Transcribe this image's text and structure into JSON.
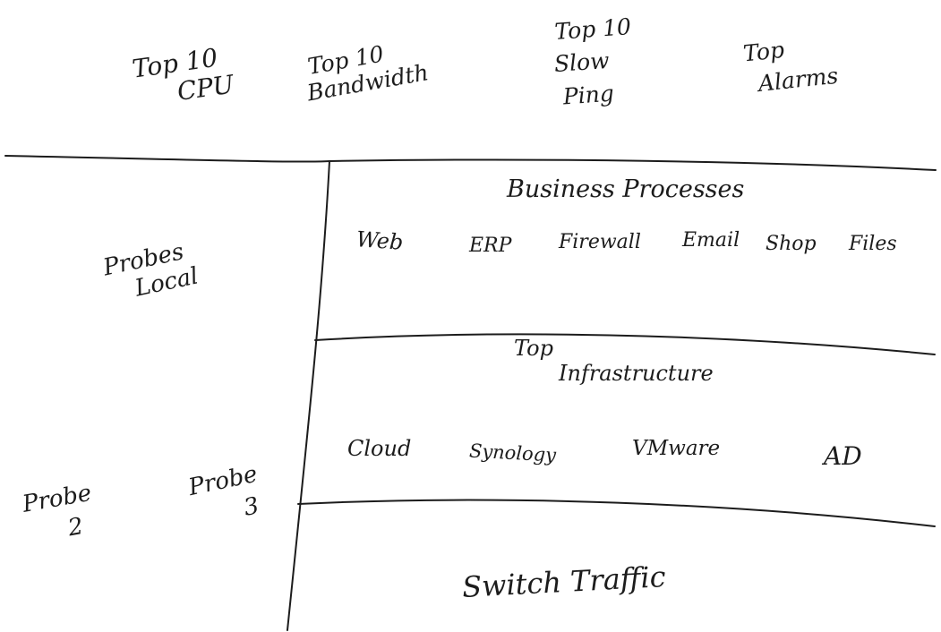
{
  "top_widgets": [
    {
      "lines": [
        "Top 10",
        "CPU"
      ]
    },
    {
      "lines": [
        "Top 10",
        "Bandwidth"
      ]
    },
    {
      "lines": [
        "Top 10",
        "Slow",
        "Ping"
      ]
    },
    {
      "lines": [
        "Top",
        "Alarms"
      ]
    }
  ],
  "probes": {
    "local": [
      "Probes",
      "Local"
    ],
    "probe2": [
      "Probe",
      "2"
    ],
    "probe3": [
      "Probe",
      "3"
    ]
  },
  "business_processes": {
    "title": "Business Processes",
    "items": [
      "Web",
      "ERP",
      "Firewall",
      "Email",
      "Shop",
      "Files"
    ]
  },
  "top_infrastructure": {
    "title": [
      "Top",
      "Infrastructure"
    ],
    "items": [
      "Cloud",
      "Synology",
      "VMware",
      "AD"
    ]
  },
  "switch_traffic": {
    "title": "Switch Traffic"
  },
  "ink_color": "#1c1c1c"
}
